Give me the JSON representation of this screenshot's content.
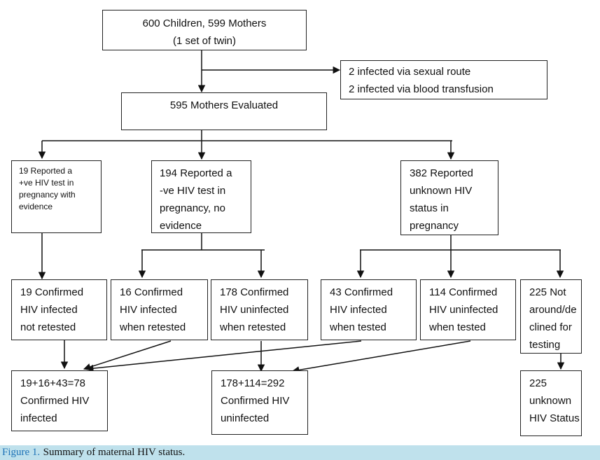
{
  "boxes": {
    "top": "600 Children, 599 Mothers\n(1 set of twin)",
    "side": "2 infected via sexual route\n2 infected via blood transfusion",
    "evaluated": "595 Mothers Evaluated",
    "positive_test": "19 Reported a\n+ve HIV test in\npregnancy with\nevidence",
    "negative_test": "194 Reported a\n-ve HIV test in\npregnancy, no\nevidence",
    "unknown_status": "382 Reported\nunknown HIV\nstatus in\npregnancy",
    "confirmed_not_retested": "19 Confirmed\nHIV infected\nnot retested",
    "infected_retested": "16 Confirmed\nHIV infected\nwhen retested",
    "uninfected_retested": "178 Confirmed\nHIV uninfected\nwhen retested",
    "infected_tested": "43 Confirmed\nHIV infected\nwhen tested",
    "uninfected_tested": "114 Confirmed\nHIV uninfected\nwhen tested",
    "not_around": "225 Not\naround/de\nclined for\ntesting",
    "total_infected": "19+16+43=78\nConfirmed HIV\ninfected",
    "total_uninfected": "178+114=292\nConfirmed HIV\nuninfected",
    "total_unknown": "225\nunknown\nHIV Status"
  },
  "caption": {
    "label": "Figure 1.",
    "text": "Summary of maternal HIV status."
  }
}
